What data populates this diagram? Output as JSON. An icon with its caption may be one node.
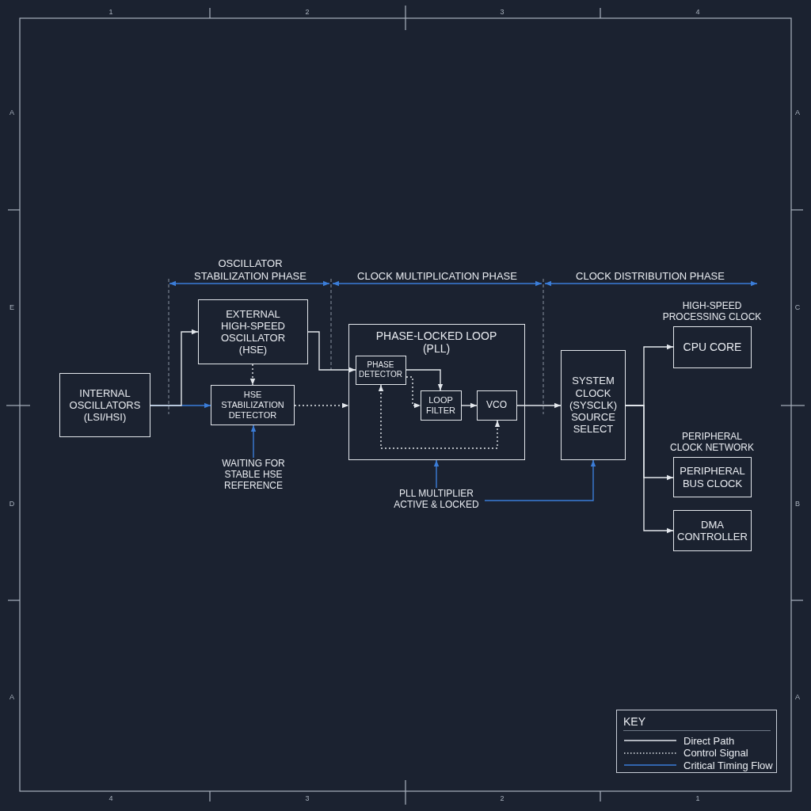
{
  "diagram": {
    "nodes": [
      {
        "text": [
          "INTERNAL OSCILLATORS (LSI/HSI)"
        ]
      },
      {
        "text": [
          "EXTERNAL HIGH-SPEED OSCILLATOR (HSE)"
        ]
      },
      {
        "text": [
          "HSE STABILIZATION DETECTOR"
        ]
      },
      {
        "text": [
          "PHASE-LOCKED LOOP (PLL)"
        ]
      },
      {
        "text": [
          "PHASE DETECTOR"
        ],
        "in": 3
      },
      {
        "text": [
          "LOOP FILTER"
        ],
        "in": 3
      },
      {
        "text": [
          "VCO"
        ],
        "in": 3
      },
      {
        "text": [
          "SYSTEM CLOCK (SYSCLK) SOURCE SELECT"
        ]
      },
      {
        "text": [
          "CPU CORE"
        ],
        "beside": [
          "HIGH-SPEED PROCESSING CLOCK"
        ]
      },
      {
        "text": [
          "PERIPHERAL BUS CLOCK"
        ],
        "beside": [
          "PERIPHERAL CLOCK NETWORK"
        ]
      },
      {
        "text": [
          "DMA CONTROLLER"
        ]
      },
      {
        "text": [
          "WAITING FOR STABLE HSE REFERENCE"
        ]
      },
      {
        "text": [
          "PLL MULTIPLIER ACTIVE & LOCKED"
        ]
      }
    ],
    "edges": [
      {
        "from": 0,
        "to": 1,
        "arrow": "to"
      },
      {
        "from": 0,
        "to": 2,
        "arrow": "to",
        "color": "#3b7dd8"
      },
      {
        "from": 1,
        "to": 2,
        "arrow": "to",
        "style": "dashed"
      },
      {
        "from": 1,
        "to": 4,
        "arrow": "to"
      },
      {
        "from": 2,
        "to": 3,
        "arrow": "to",
        "style": "dashed"
      },
      {
        "from": 4,
        "to": 5,
        "arrow": "to"
      },
      {
        "from": 4,
        "to": 5,
        "arrow": "to",
        "style": "dashed"
      },
      {
        "from": 5,
        "to": 6,
        "arrow": "to"
      },
      {
        "from": 6,
        "to": 4,
        "arrow": "both",
        "style": "dashed"
      },
      {
        "from": 6,
        "to": 7,
        "arrow": "to"
      },
      {
        "from": 7,
        "to": 8,
        "arrow": "to"
      },
      {
        "from": 7,
        "to": 9,
        "arrow": "to"
      },
      {
        "from": 7,
        "to": 10,
        "arrow": "to"
      },
      {
        "from": 11,
        "to": 2,
        "arrow": "to",
        "color": "#3b7dd8"
      },
      {
        "from": 12,
        "to": 3,
        "arrow": "to",
        "color": "#3b7dd8"
      },
      {
        "from": 12,
        "to": 7,
        "arrow": "to",
        "color": "#3b7dd8"
      }
    ],
    "labels": [
      "1",
      "2",
      "3",
      "4",
      "A",
      "A",
      "OSCILLATOR STABILIZATION PHASE",
      "CLOCK MULTIPLICATION PHASE",
      "CLOCK DISTRIBUTION PHASE",
      "E",
      "C",
      "D",
      "B",
      "A",
      "A",
      "KEY",
      "4",
      "3",
      "2",
      "1"
    ],
    "legend": [
      {
        "text": "Direct Path"
      },
      {
        "text": "Control Signal"
      },
      {
        "text": "Critical Timing Flow"
      }
    ]
  }
}
